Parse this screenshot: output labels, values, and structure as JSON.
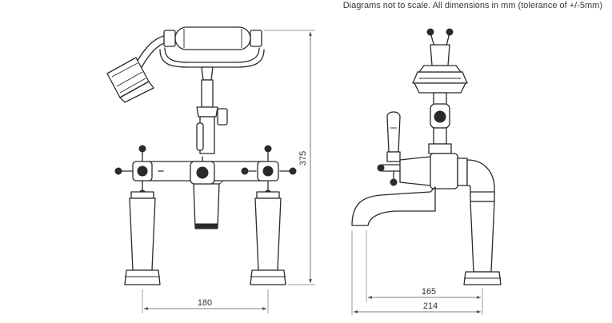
{
  "note": "Diagrams not to scale. All dimensions in mm (tolerance of +/-5mm)",
  "dimensions": {
    "front_width": "180",
    "front_height": "375",
    "side_inner": "165",
    "side_outer": "214"
  }
}
